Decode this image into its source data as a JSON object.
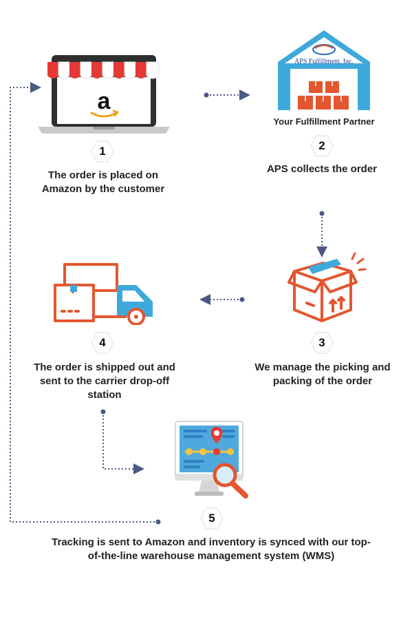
{
  "steps": [
    {
      "number": "1",
      "text": "The order is placed on Amazon by the customer"
    },
    {
      "number": "2",
      "text": "APS collects the order"
    },
    {
      "number": "3",
      "text": "We manage the picking and packing of the order"
    },
    {
      "number": "4",
      "text": "The order is shipped out and sent to the carrier drop-off station"
    },
    {
      "number": "5",
      "text": "Tracking is sent to Amazon and inventory is synced with our top-of-the-line warehouse management system (WMS)"
    }
  ],
  "warehouse": {
    "sign": "APS Fulfillment, Inc.",
    "caption": "Your Fulfillment Partner"
  },
  "amazon_logo": "a",
  "colors": {
    "orange": "#e4562f",
    "blue": "#3fa9dc",
    "red": "#e53935",
    "connector": "#4a5a85",
    "dark": "#2f2f2f"
  }
}
